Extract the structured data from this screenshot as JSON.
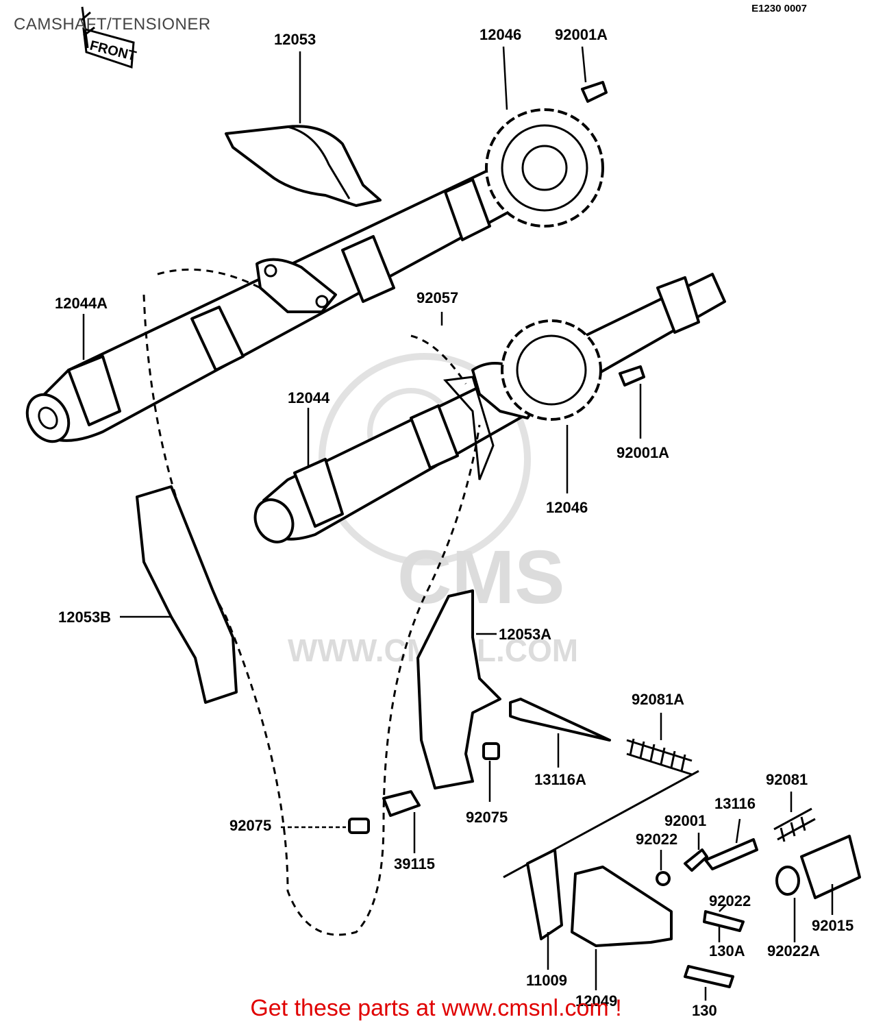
{
  "header": {
    "title": "CAMSHAFT/TENSIONER",
    "reference": "E1230 0007"
  },
  "front_marker": "FRONT",
  "watermark": {
    "brand": "CMS",
    "url": "WWW.CMSNL.COM"
  },
  "labels": {
    "p12053": "12053",
    "p12046_top": "12046",
    "p92001A_top": "92001A",
    "p12044A": "12044A",
    "p92057": "92057",
    "p12044": "12044",
    "p92001A_mid": "92001A",
    "p12046_mid": "12046",
    "p12053B": "12053B",
    "p12053A": "12053A",
    "p92081A": "92081A",
    "p13116A": "13116A",
    "p92075_mid": "92075",
    "p92075_left": "92075",
    "p39115": "39115",
    "p92081": "92081",
    "p13116": "13116",
    "p92001": "92001",
    "p92022_top": "92022",
    "p92022_mid": "92022",
    "p92015": "92015",
    "p130A": "130A",
    "p92022A": "92022A",
    "p11009": "11009",
    "p12049": "12049",
    "p130": "130"
  },
  "footer": {
    "cta": "Get these parts at www.cmsnl.com !"
  },
  "colors": {
    "footer_text": "#e00000",
    "watermark": "#d8d8d8",
    "line": "#000000"
  }
}
